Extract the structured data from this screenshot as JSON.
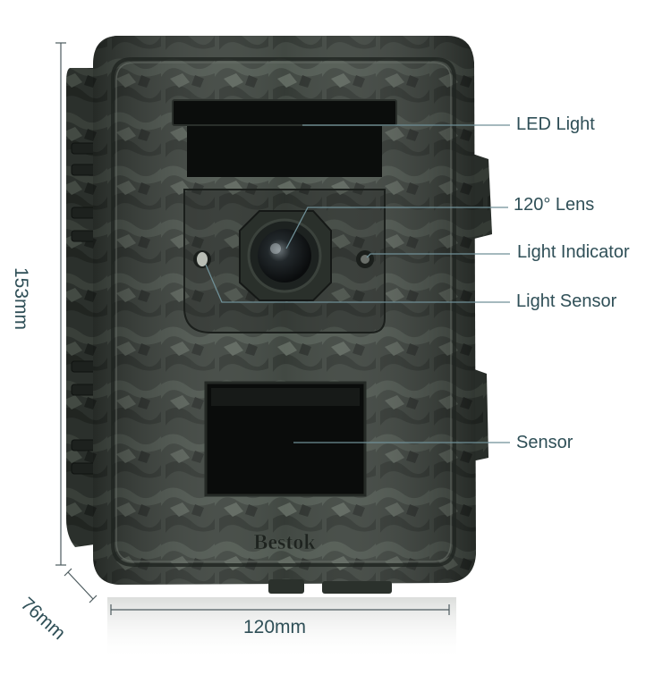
{
  "product": {
    "brand": "Bestok",
    "colors": {
      "camo_dark": "#2b312c",
      "camo_mid": "#434b44",
      "camo_light": "#5d665d",
      "text": "#2f4f57",
      "leader": "#6f8f97"
    }
  },
  "callouts": [
    {
      "id": "led-light",
      "text": "LED Light"
    },
    {
      "id": "lens",
      "text": "120° Lens"
    },
    {
      "id": "light-indicator",
      "text": "Light Indicator"
    },
    {
      "id": "light-sensor",
      "text": "Light Sensor"
    },
    {
      "id": "sensor",
      "text": "Sensor"
    }
  ],
  "dimensions": {
    "height": "153mm",
    "depth": "76mm",
    "width": "120mm"
  }
}
